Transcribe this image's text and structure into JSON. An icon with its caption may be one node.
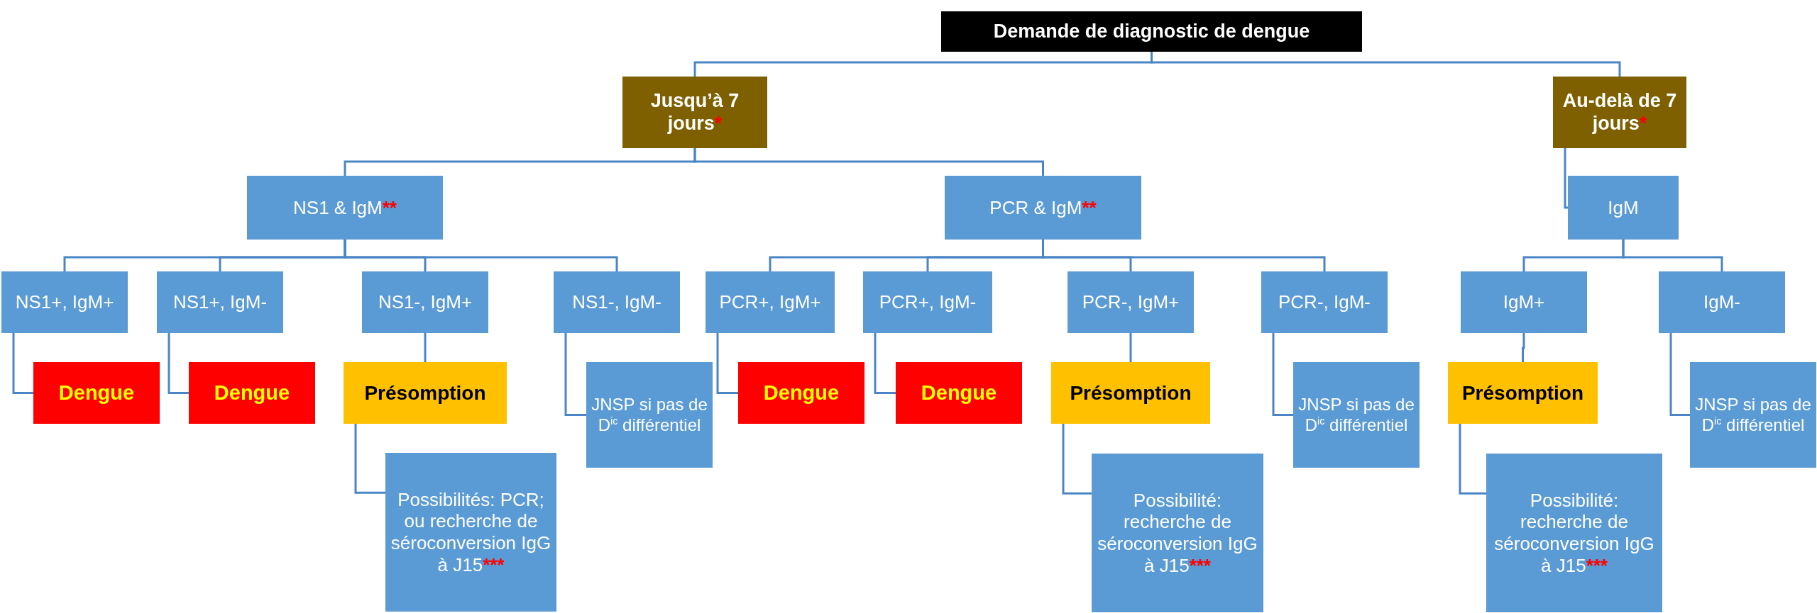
{
  "diagram": {
    "nodes": [
      {
        "text": [
          "Demande de diagnostic de dengue"
        ]
      },
      {
        "text": [
          "Jusqu’à 7 jours*"
        ]
      },
      {
        "text": [
          "Au-delà de 7 jours*"
        ]
      },
      {
        "text": [
          "NS1 & IgM**"
        ]
      },
      {
        "text": [
          "PCR & IgM**"
        ]
      },
      {
        "text": [
          "IgM"
        ]
      },
      {
        "text": [
          "NS1+, IgM+"
        ]
      },
      {
        "text": [
          "NS1+, IgM-"
        ]
      },
      {
        "text": [
          "NS1-, IgM+"
        ]
      },
      {
        "text": [
          "NS1-, IgM-"
        ]
      },
      {
        "text": [
          "PCR+, IgM+"
        ]
      },
      {
        "text": [
          "PCR+, IgM-"
        ]
      },
      {
        "text": [
          "PCR-, IgM+"
        ]
      },
      {
        "text": [
          "PCR-, IgM-"
        ]
      },
      {
        "text": [
          "IgM+"
        ]
      },
      {
        "text": [
          "IgM-"
        ]
      },
      {
        "text": [
          "Dengue"
        ]
      },
      {
        "text": [
          "Dengue"
        ]
      },
      {
        "text": [
          "Présomption"
        ]
      },
      {
        "text": [
          "JNSP si pas de D$^{ic}$ différentiel"
        ]
      },
      {
        "text": [
          "Dengue"
        ]
      },
      {
        "text": [
          "Dengue"
        ]
      },
      {
        "text": [
          "Présomption"
        ]
      },
      {
        "text": [
          "JNSP si pas de D$^{ic}$ différentiel"
        ]
      },
      {
        "text": [
          "Présomption"
        ]
      },
      {
        "text": [
          "JNSP si pas de D$^{ic}$ différentiel"
        ]
      },
      {
        "text": [
          "Possibilités: PCR; ou recherche de séroconversion IgG à J15***"
        ]
      },
      {
        "text": [
          "Possibilité: recherche de séroconversion IgG à J15***"
        ]
      },
      {
        "text": [
          "Possibilité: recherche de séroconversion IgG à J15***"
        ]
      }
    ],
    "edges": [
      {
        "from": 0,
        "to": 1,
        "arrow": "none"
      },
      {
        "from": 0,
        "to": 2,
        "arrow": "none"
      },
      {
        "from": 1,
        "to": 3,
        "arrow": "none"
      },
      {
        "from": 1,
        "to": 4,
        "arrow": "none"
      },
      {
        "from": 2,
        "to": 5,
        "arrow": "none"
      },
      {
        "from": 3,
        "to": 6,
        "arrow": "none"
      },
      {
        "from": 3,
        "to": 7,
        "arrow": "none"
      },
      {
        "from": 3,
        "to": 8,
        "arrow": "none"
      },
      {
        "from": 3,
        "to": 9,
        "arrow": "none"
      },
      {
        "from": 4,
        "to": 10,
        "arrow": "none"
      },
      {
        "from": 4,
        "to": 11,
        "arrow": "none"
      },
      {
        "from": 4,
        "to": 12,
        "arrow": "none"
      },
      {
        "from": 4,
        "to": 13,
        "arrow": "none"
      },
      {
        "from": 5,
        "to": 14,
        "arrow": "none"
      },
      {
        "from": 5,
        "to": 15,
        "arrow": "none"
      },
      {
        "from": 6,
        "to": 16,
        "arrow": "none"
      },
      {
        "from": 7,
        "to": 17,
        "arrow": "none"
      },
      {
        "from": 8,
        "to": 18,
        "arrow": "none"
      },
      {
        "from": 9,
        "to": 19,
        "arrow": "none"
      },
      {
        "from": 10,
        "to": 20,
        "arrow": "none"
      },
      {
        "from": 11,
        "to": 21,
        "arrow": "none"
      },
      {
        "from": 12,
        "to": 22,
        "arrow": "none"
      },
      {
        "from": 13,
        "to": 23,
        "arrow": "none"
      },
      {
        "from": 14,
        "to": 24,
        "arrow": "none"
      },
      {
        "from": 15,
        "to": 25,
        "arrow": "none"
      },
      {
        "from": 18,
        "to": 26,
        "arrow": "none"
      },
      {
        "from": 22,
        "to": 27,
        "arrow": "none"
      },
      {
        "from": 24,
        "to": 28,
        "arrow": "none"
      }
    ]
  }
}
